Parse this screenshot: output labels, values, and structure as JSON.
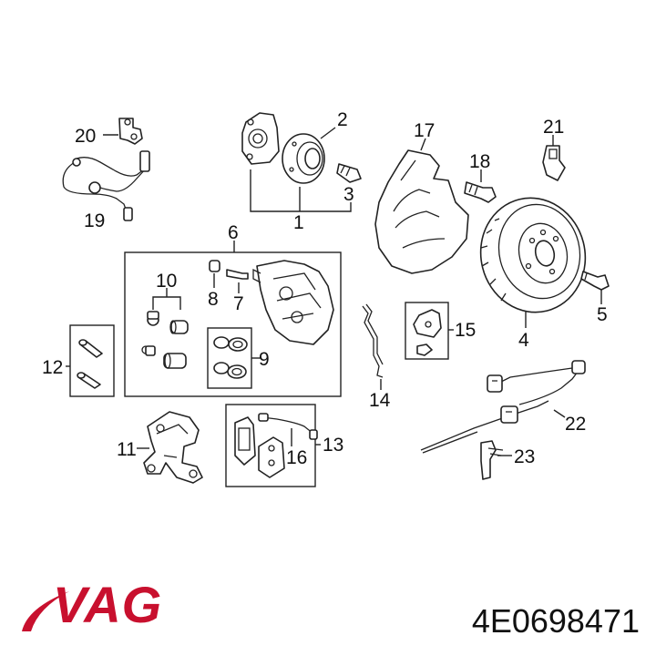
{
  "brand": {
    "name": "VAG",
    "color": "#c8102e"
  },
  "part_number": "4E0698471",
  "callouts": [
    "1",
    "2",
    "3",
    "4",
    "5",
    "6",
    "7",
    "8",
    "9",
    "10",
    "11",
    "12",
    "13",
    "14",
    "15",
    "16",
    "17",
    "18",
    "19",
    "20",
    "21",
    "22",
    "23"
  ]
}
